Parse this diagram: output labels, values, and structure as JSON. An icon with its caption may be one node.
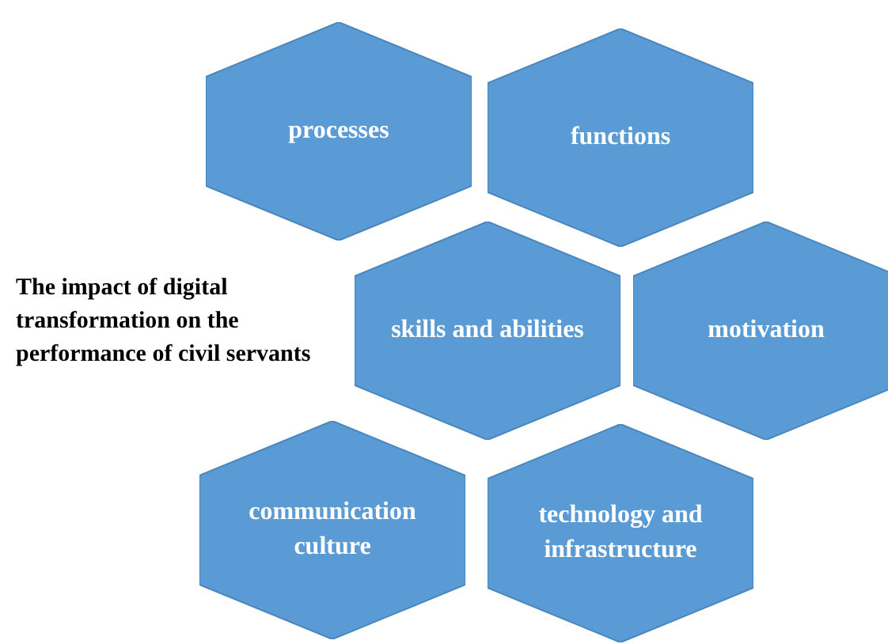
{
  "diagram": {
    "title": "The impact of digital transformation on the performance of civil servants",
    "nodes": [
      {
        "text": [
          "processes"
        ]
      },
      {
        "text": [
          "functions"
        ]
      },
      {
        "text": [
          "skills and abilities"
        ]
      },
      {
        "text": [
          "motivation"
        ]
      },
      {
        "text": [
          "communication culture"
        ]
      },
      {
        "text": [
          "technology and infrastructure"
        ]
      }
    ]
  }
}
